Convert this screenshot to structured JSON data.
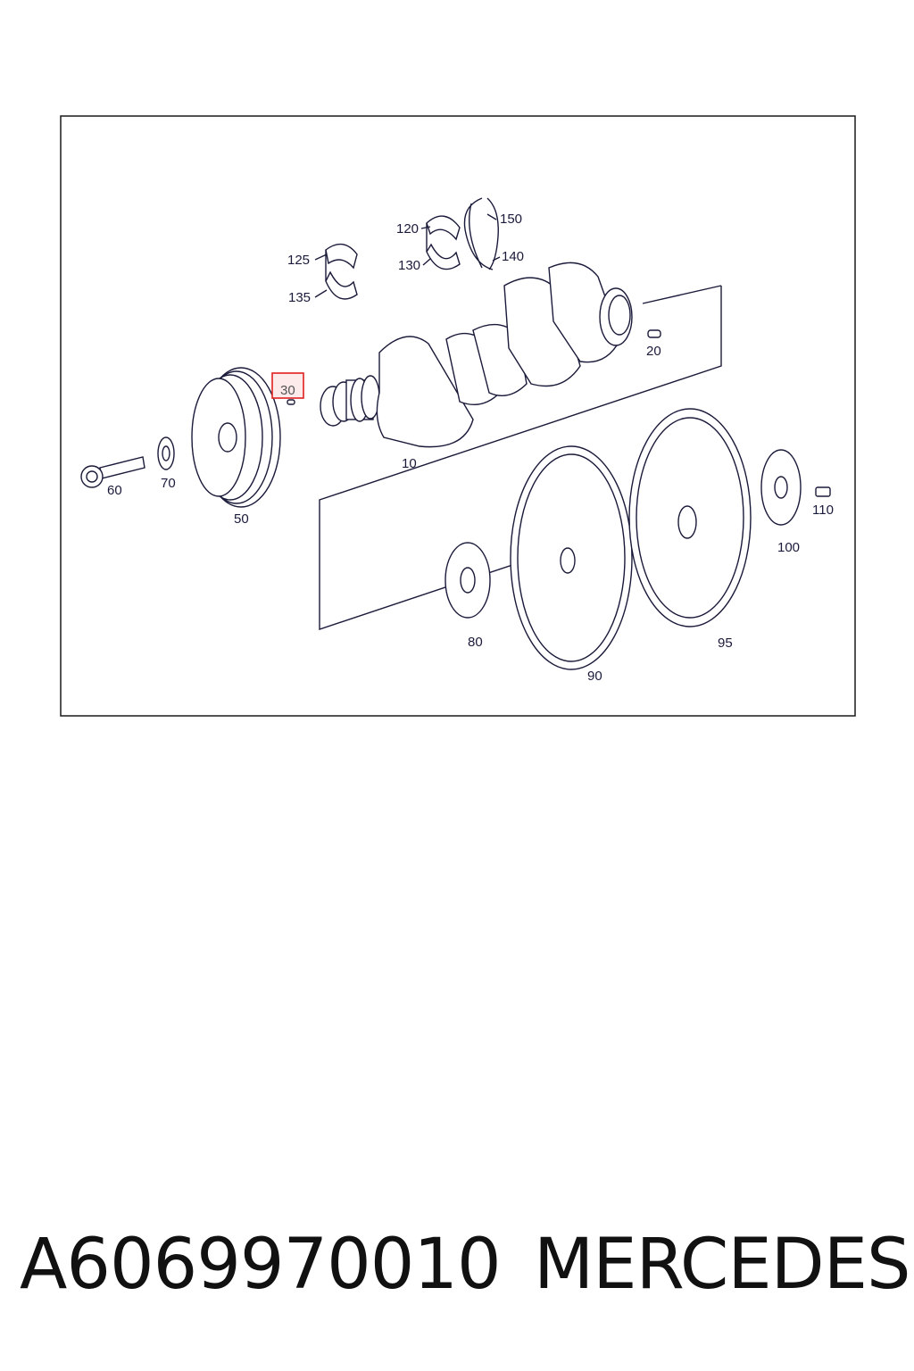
{
  "diagram": {
    "labels": {
      "p10": "10",
      "p20": "20",
      "p30": "30",
      "p50": "50",
      "p60": "60",
      "p70": "70",
      "p80": "80",
      "p90": "90",
      "p95": "95",
      "p100": "100",
      "p110": "110",
      "p120": "120",
      "p125": "125",
      "p130": "130",
      "p135": "135",
      "p140": "140",
      "p150": "150"
    },
    "highlighted_part": "30",
    "highlight_color": "#e02020",
    "line_color": "#1a1a3a"
  },
  "footer": {
    "part_number": "A6069970010",
    "brand": "MERCEDES"
  }
}
